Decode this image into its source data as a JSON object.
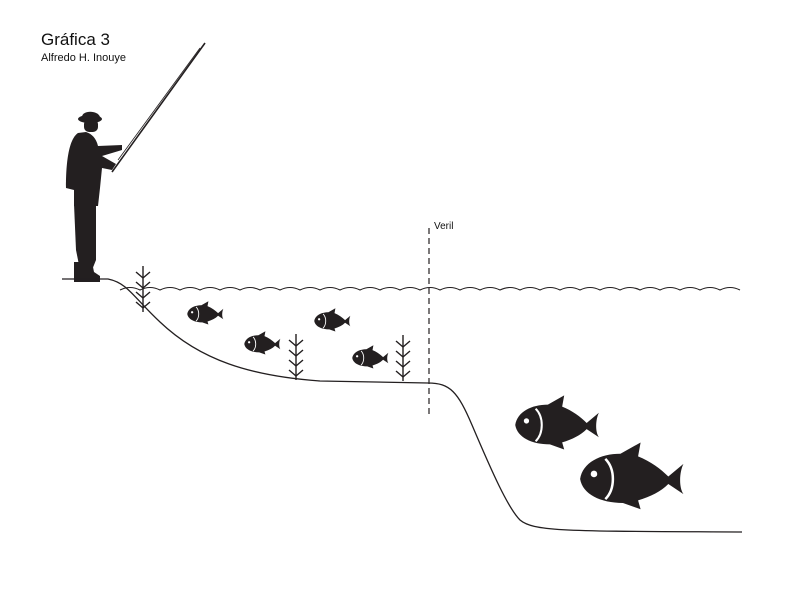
{
  "header": {
    "title": "Gráfica 3",
    "author": "Alfredo H. Inouye"
  },
  "diagram": {
    "labels": {
      "dropoff": "Veril"
    },
    "colors": {
      "ink": "#231f20",
      "background": "#ffffff"
    },
    "icons": [
      "fisherman-silhouette",
      "fishing-rod",
      "seaweed-icon",
      "fish-icon"
    ]
  }
}
